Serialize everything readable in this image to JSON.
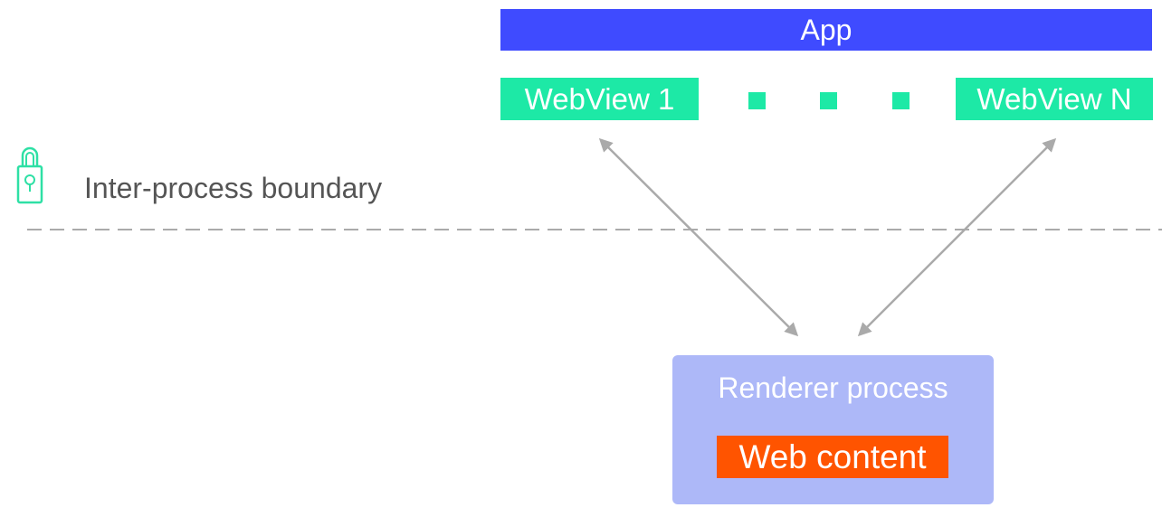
{
  "app": {
    "label": "App"
  },
  "webviews": [
    {
      "label": "WebView 1"
    },
    {
      "label": "WebView N"
    }
  ],
  "boundary": {
    "label": "Inter-process boundary",
    "icon": "lock-icon"
  },
  "renderer": {
    "label": "Renderer process",
    "content_label": "Web content"
  },
  "colors": {
    "app": "#3f4bff",
    "webview": "#1de9a6",
    "lock": "#2ee0a5",
    "boundary_line": "#aaaaaa",
    "arrow": "#aaaaaa",
    "renderer": "#adb8f8",
    "web_content": "#ff5400"
  }
}
